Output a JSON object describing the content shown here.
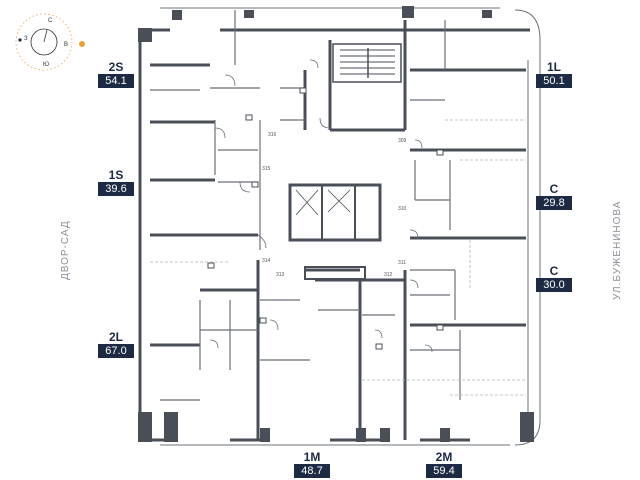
{
  "compass": {
    "n": "С",
    "s": "Ю",
    "w": "З",
    "e": "В",
    "sun_color": "#f0a030"
  },
  "streets": {
    "left": "ДВОР-САД",
    "right": "УЛ.БУЖЕНИНОВА"
  },
  "apartments": [
    {
      "id": "2s",
      "type": "2S",
      "area": "54.1"
    },
    {
      "id": "1s",
      "type": "1S",
      "area": "39.6"
    },
    {
      "id": "2l",
      "type": "2L",
      "area": "67.0"
    },
    {
      "id": "1m",
      "type": "1M",
      "area": "48.7"
    },
    {
      "id": "2m",
      "type": "2M",
      "area": "59.4"
    },
    {
      "id": "1l",
      "type": "1L",
      "area": "50.1"
    },
    {
      "id": "c1",
      "type": "C",
      "area": "29.8"
    },
    {
      "id": "c2",
      "type": "C",
      "area": "30.0"
    }
  ],
  "door_numbers": [
    "316",
    "315",
    "314",
    "313",
    "309",
    "310",
    "311",
    "312"
  ],
  "colors": {
    "badge_bg": "#1c2a43",
    "wall": "#4a4f57",
    "thin_wall": "#6b7078",
    "dash": "#b0b4ba"
  }
}
